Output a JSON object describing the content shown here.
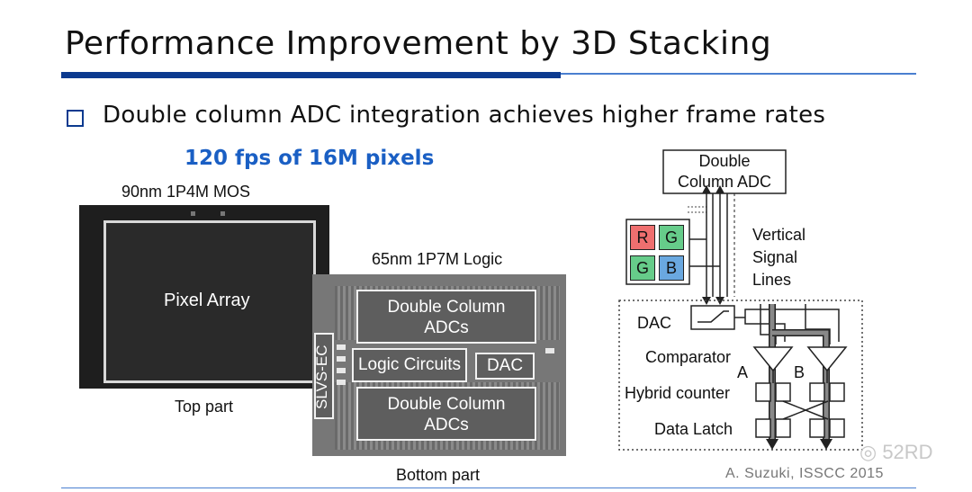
{
  "title": "Performance Improvement by 3D Stacking",
  "bullet": "Double column ADC integration achieves higher frame rates",
  "subhead": "120 fps of 16M pixels",
  "top_die": {
    "process_label": "90nm 1P4M MOS",
    "array_label": "Pixel Array",
    "caption": "Top part"
  },
  "bottom_die": {
    "process_label": "65nm 1P7M Logic",
    "adc_upper": "Double Column\nADCs",
    "logic": "Logic Circuits",
    "dac": "DAC",
    "adc_lower": "Double Column\nADCs",
    "slvs": "SLVS-EC",
    "caption": "Bottom part"
  },
  "diagram": {
    "adc_box": "Double\nColumn ADC",
    "pixels": [
      {
        "label": "R",
        "color": "#ef6f6f"
      },
      {
        "label": "G",
        "color": "#66cc8a"
      },
      {
        "label": "G",
        "color": "#66cc8a"
      },
      {
        "label": "B",
        "color": "#6aa8e0"
      }
    ],
    "signal_lines": "Vertical\nSignal\nLines",
    "dac": "DAC",
    "comparator": "Comparator",
    "a": "A",
    "b": "B",
    "hybrid_counter": "Hybrid counter",
    "data_latch": "Data Latch"
  },
  "credit": "A. Suzuki, ISSCC 2015",
  "watermark": "52RD",
  "colors": {
    "accent": "#0c3a8f",
    "subhead": "#1a5fc4"
  }
}
